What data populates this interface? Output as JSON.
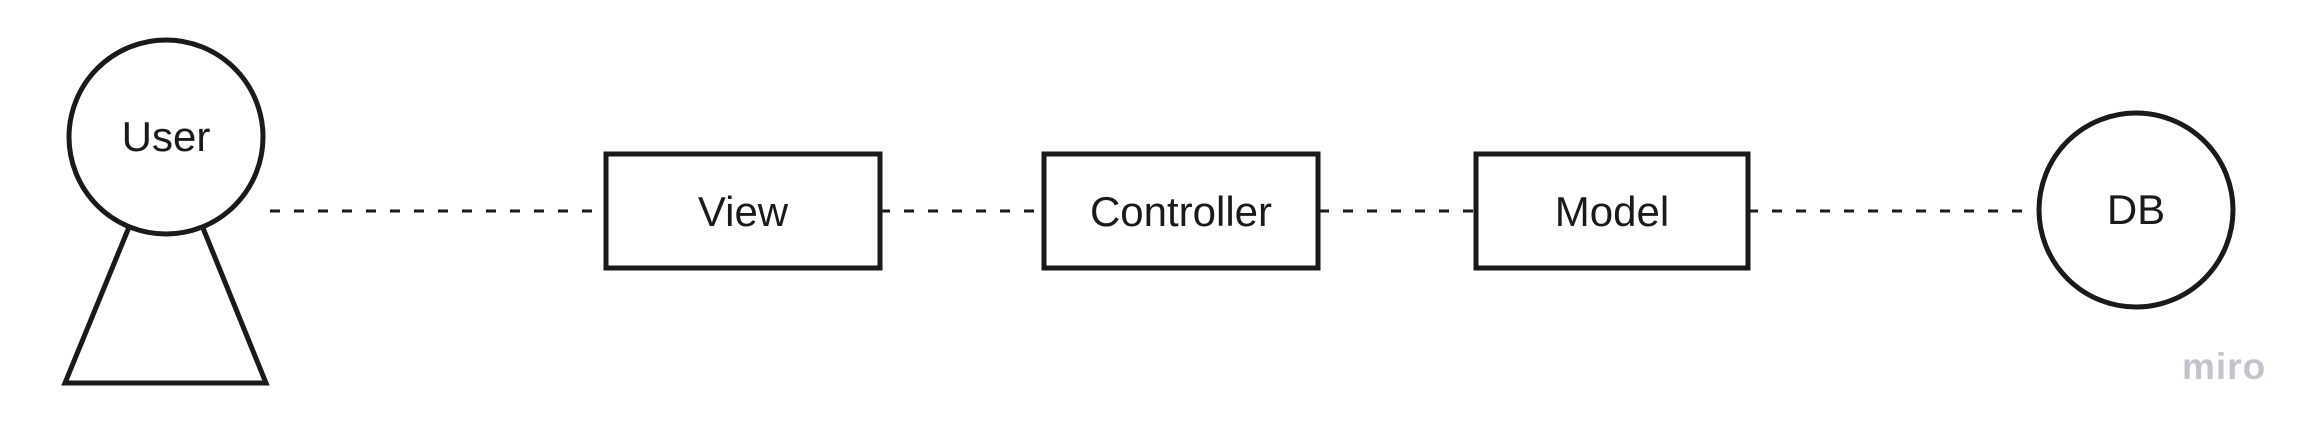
{
  "colors": {
    "background": "#ffffff",
    "stroke": "#1a1a1a",
    "text": "#1a1a1a",
    "shape_fill": "#ffffff"
  },
  "diagram": {
    "type": "flow-diagram",
    "nodes": [
      {
        "id": "user",
        "shape": "actor",
        "label": "User"
      },
      {
        "id": "view",
        "shape": "rectangle",
        "label": "View"
      },
      {
        "id": "controller",
        "shape": "rectangle",
        "label": "Controller"
      },
      {
        "id": "model",
        "shape": "rectangle",
        "label": "Model"
      },
      {
        "id": "db",
        "shape": "circle",
        "label": "DB"
      }
    ],
    "connectors": [
      {
        "from": "User",
        "to": "View",
        "style": "dashed"
      },
      {
        "from": "View",
        "to": "Controller",
        "style": "dashed"
      },
      {
        "from": "Controller",
        "to": "Model",
        "style": "dashed"
      },
      {
        "from": "Model",
        "to": "DB",
        "style": "dashed"
      }
    ]
  },
  "watermark": {
    "label": "miro",
    "color": "#c3c3cc"
  }
}
